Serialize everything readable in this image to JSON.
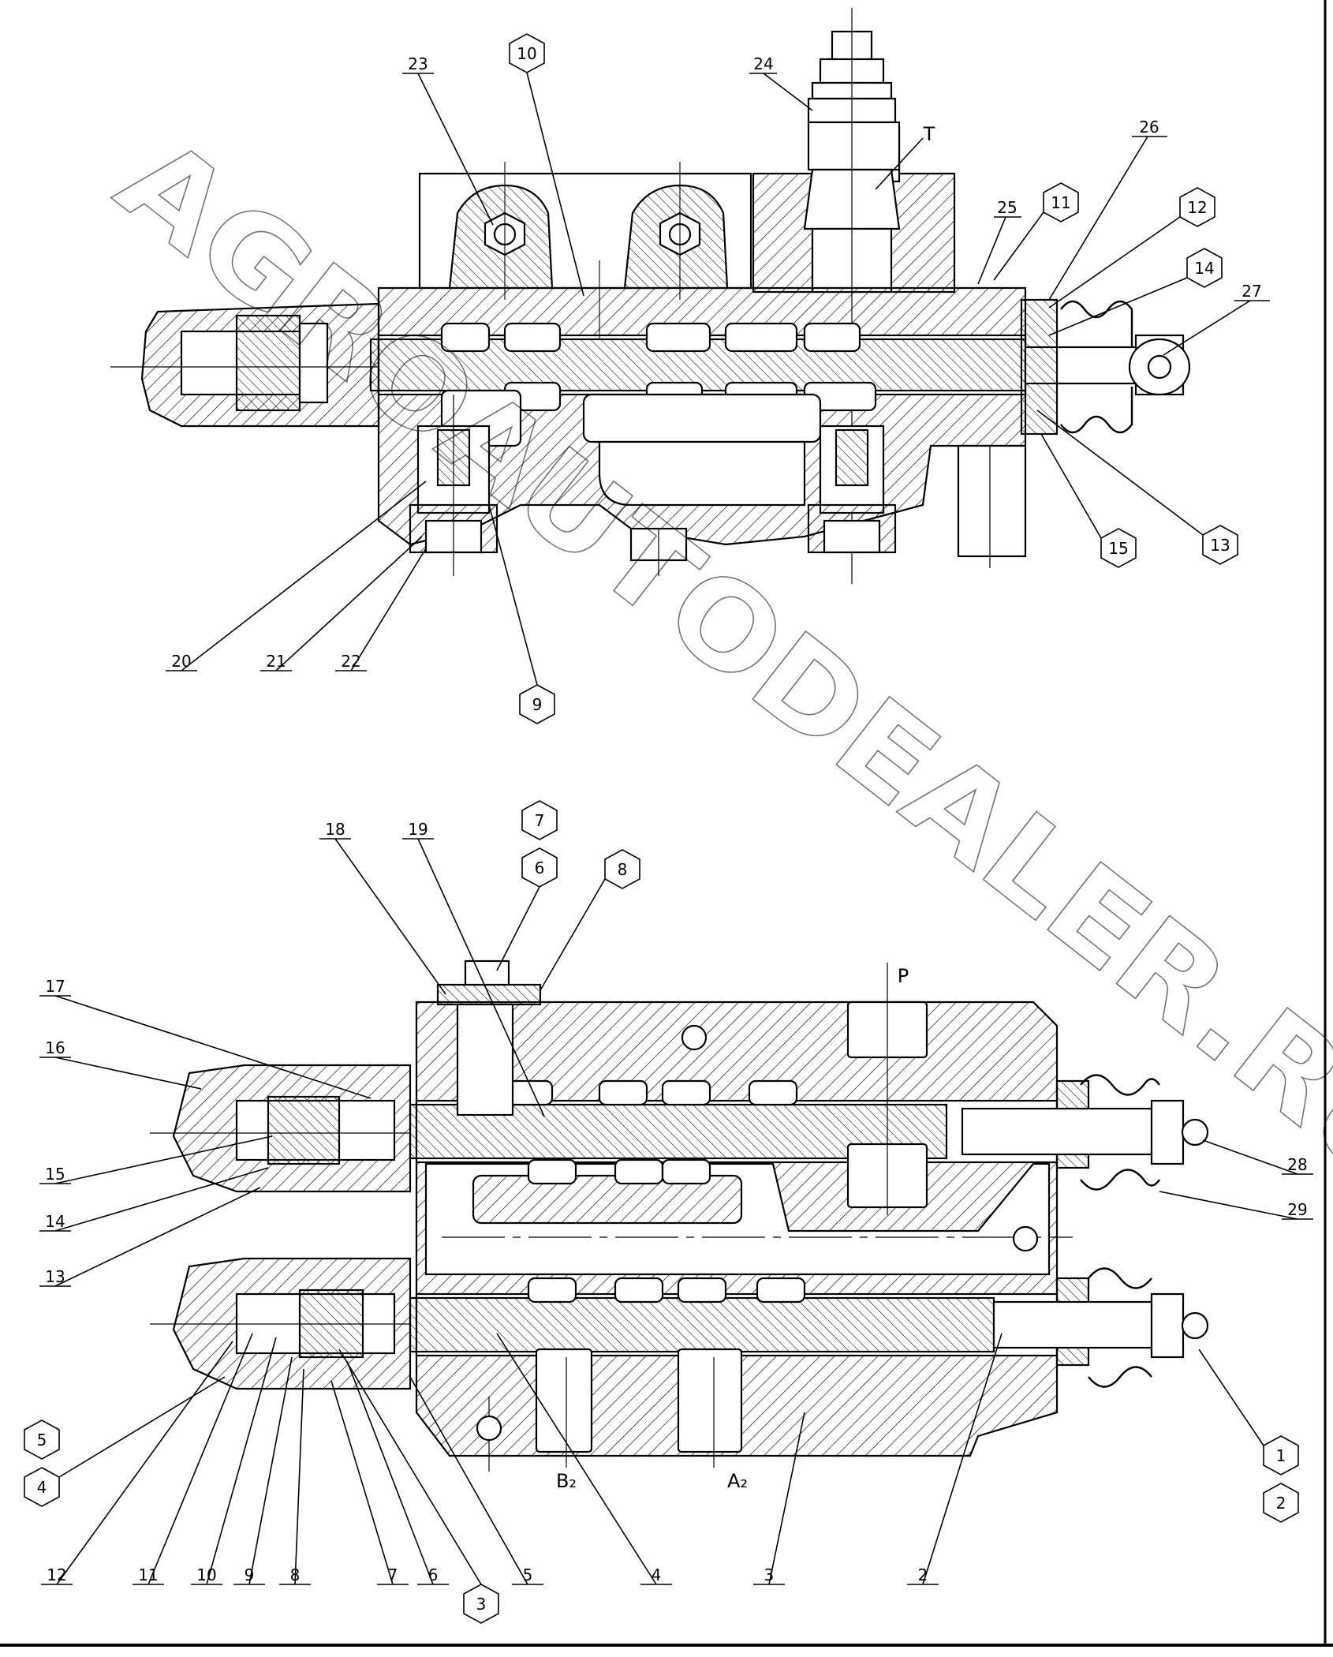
{
  "drawing": {
    "top_view": {
      "port_label_t": "T",
      "callouts_circle": [
        "10",
        "11",
        "12",
        "14",
        "15",
        "13",
        "9"
      ],
      "callouts_underlined": [
        "23",
        "24",
        "25",
        "26",
        "27",
        "20",
        "21",
        "22"
      ]
    },
    "bottom_view": {
      "port_label_p": "P",
      "port_label_b2": "B₂",
      "port_label_a2": "A₂",
      "callouts_circle": [
        "7",
        "6",
        "8",
        "5",
        "4",
        "1",
        "2",
        "3"
      ],
      "callouts_underlined": [
        "18",
        "19",
        "17",
        "16",
        "15",
        "14",
        "13",
        "28",
        "29",
        "12",
        "11",
        "10",
        "9",
        "8",
        "7",
        "6",
        "5",
        "4",
        "3",
        "2"
      ]
    }
  },
  "watermark": {
    "text": "AGROAUTODEALER.RU"
  }
}
